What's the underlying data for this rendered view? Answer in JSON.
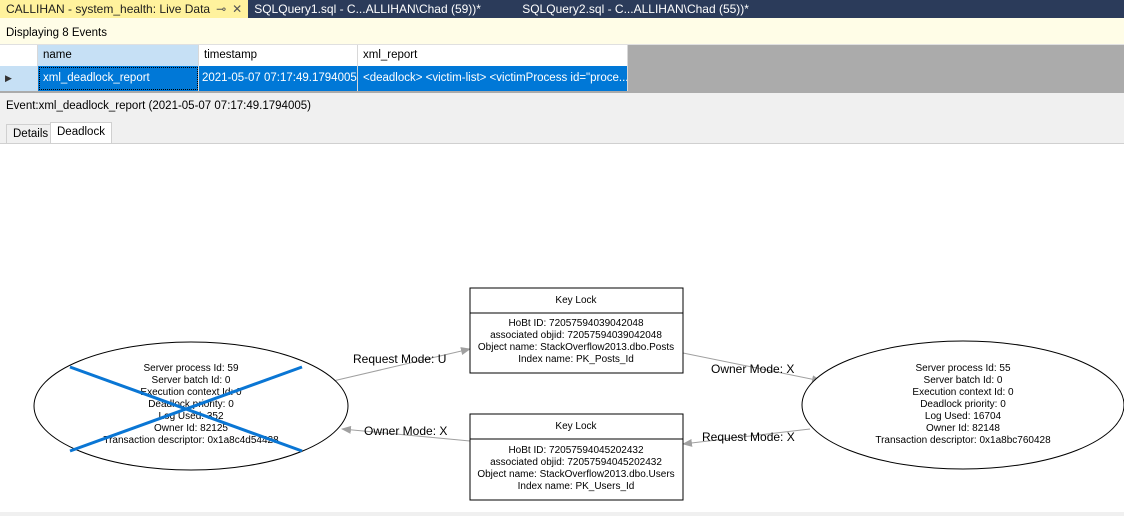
{
  "tabs": [
    {
      "label": "CALLIHAN - system_health: Live Data",
      "active": true
    },
    {
      "label": "SQLQuery1.sql - C...ALLIHAN\\Chad (59))*"
    },
    {
      "label": "SQLQuery2.sql - C...ALLIHAN\\Chad (55))*"
    }
  ],
  "icons": {
    "pin": "pin-icon",
    "close": "close-icon",
    "row_indicator": "triangle-right-icon"
  },
  "info": "Displaying 8 Events",
  "grid": {
    "columns": [
      "name",
      "timestamp",
      "xml_report"
    ],
    "rows": [
      {
        "name": "xml_deadlock_report",
        "timestamp": "2021-05-07 07:17:49.1794005",
        "xml_report": "<deadlock>   <victim-list>    <victimProcess id=\"proce..."
      }
    ]
  },
  "event_label": "Event:xml_deadlock_report (2021-05-07 07:17:49.1794005)",
  "detail_tabs": [
    "Details",
    "Deadlock"
  ],
  "colors": {
    "selection": "#0078d7",
    "victim_cross": "#0a76d4",
    "tab_active": "#fff29d",
    "tabbar": "#2b3b5a"
  },
  "deadlock": {
    "victim": {
      "lines": [
        "Server process Id: 59",
        "Server batch Id: 0",
        "Execution context Id: 0",
        "Deadlock priority: 0",
        "Log Used: 352",
        "Owner Id: 82125",
        "Transaction descriptor: 0x1a8c4d54428"
      ]
    },
    "process2": {
      "lines": [
        "Server process Id: 55",
        "Server batch Id: 0",
        "Execution context Id: 0",
        "Deadlock priority: 0",
        "Log Used: 16704",
        "Owner Id: 82148",
        "Transaction descriptor: 0x1a8bc760428"
      ]
    },
    "lock1": {
      "title": "Key Lock",
      "lines": [
        "HoBt ID: 72057594039042048",
        "associated objid: 72057594039042048",
        "Object name: StackOverflow2013.dbo.Posts",
        "Index name: PK_Posts_Id"
      ]
    },
    "lock2": {
      "title": "Key Lock",
      "lines": [
        "HoBt ID: 72057594045202432",
        "associated objid: 72057594045202432",
        "Object name: StackOverflow2013.dbo.Users",
        "Index name: PK_Users_Id"
      ]
    },
    "edges": [
      "Request Mode: U",
      "Owner Mode: X",
      "Request Mode: X",
      "Owner Mode: X"
    ]
  }
}
